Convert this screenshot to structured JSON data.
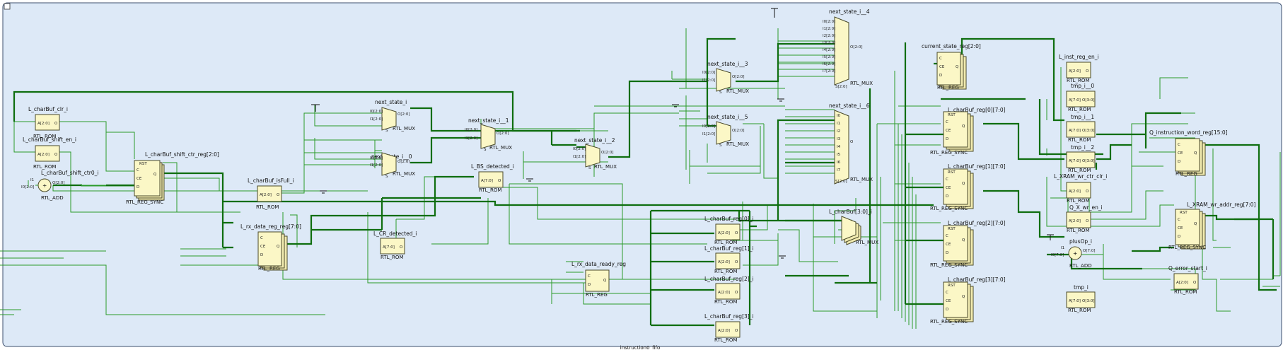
{
  "diagram": {
    "title": "instruction0_fifo",
    "colors": {
      "canvas": "#dde9f7",
      "border": "#3c4f6e",
      "wire": "#2a9a2a",
      "bus": "#0f6e0f",
      "block": "#fbf7c6"
    }
  },
  "cells": {
    "cb_clr": "L_charBuf_clr_i",
    "cb_clr_t": "RTL_ROM",
    "cb_shen": "L_charBuf_shift_en_i",
    "cb_shen_t": "RTL_ROM",
    "cb_add": "L_charBuf_shift_ctr0_i",
    "cb_add_t": "RTL_ADD",
    "cb_ctr": "L_charBuf_shift_ctr_reg[2:0]",
    "cb_ctr_t": "RTL_REG_SYNC",
    "cb_full": "L_charBuf_isFull_i",
    "cb_full_t": "RTL_ROM",
    "ns": "next_state_i",
    "ns_t": "RTL_MUX",
    "ns0": "next_state_i__0",
    "ns0_t": "RTL_MUX",
    "ns1": "next_state_i__1",
    "ns1_t": "RTL_MUX",
    "ns2": "next_state_i__2",
    "ns2_t": "RTL_MUX",
    "ns3": "next_state_i__3",
    "ns3_t": "RTL_MUX",
    "ns4": "next_state_i__4",
    "ns4_t": "RTL_MUX",
    "ns5": "next_state_i__5",
    "ns5_t": "RTL_MUX",
    "ns6": "next_state_i__6",
    "ns6_t": "RTL_MUX",
    "bs": "L_BS_detected_i",
    "bs_t": "RTL_ROM",
    "rx": "L_rx_data_reg_reg[7:0]",
    "rx_t": "RTL_REG",
    "cr": "L_CR_detected_i",
    "cr_t": "RTL_ROM",
    "rdy": "L_rx_data_ready_reg",
    "rdy_t": "RTL_REG",
    "cbr0": "L_charBuf_reg[0]_i",
    "cbr1": "L_charBuf_reg[1]_i",
    "cbr2": "L_charBuf_reg[2]_i",
    "cbr3": "L_charBuf_reg[3]_i",
    "rom_t": "RTL_ROM",
    "cbm": "L_charBuf[3:0]_i",
    "cbm_t": "RTL_MUX",
    "cs": "current_state_reg[2:0]",
    "cs_t": "RTL_REG",
    "r0": "L_charBuf_reg[0][7:0]",
    "r1": "L_charBuf_reg[1][7:0]",
    "r2": "L_charBuf_reg[2][7:0]",
    "r3": "L_charBuf_reg[3][7:0]",
    "rs_t": "RTL_REG_SYNC",
    "inst": "L_inst_reg_en_i",
    "inst_t": "RTL_ROM",
    "t0": "tmp_i__0",
    "t1": "tmp_i__1",
    "t2": "tmp_i__2",
    "tt": "tmp_i",
    "t_t": "RTL_ROM",
    "xclr": "L_XRAM_wr_ctr_clr_i",
    "xclr_t": "RTL_ROM",
    "xwe": "Q_X_wr_en_i",
    "xwe_t": "RTL_ROM",
    "plus": "plusOp_i",
    "plus_t": "RTL_ADD",
    "qiw": "Q_instruction_word_reg[15:0]",
    "qiw_t": "RTL_REG",
    "qxa": "L_XRAM_wr_addr_reg[7:0]",
    "qxa_t": "RTL_REG_SYNC",
    "qerr": "Q_error_start_i",
    "qerr_t": "RTL_ROM"
  },
  "pins": {
    "a20": "A[2:0]",
    "a70": "A[7:0]",
    "o": "O",
    "o30": "O[3:0]",
    "o70": "O[7:0]",
    "i0": "I0[2:0]",
    "i1": "I1[2:0]",
    "i2": "I2[2:0]",
    "i3": "I3[2:0]",
    "i4": "I4[2:0]",
    "i5": "I5[2:0]",
    "i6": "I6[2:0]",
    "i7": "I7[2:0]",
    "s": "S",
    "s20": "S[2:0]",
    "o20": "O[2:0]",
    "rst": "RST",
    "c": "C",
    "ce": "CE",
    "d": "D",
    "q": "Q",
    "ai1": "I1",
    "ai0": "I0[2:0]",
    "ai07": "I0[7:0]",
    "ao": "O[2:0]",
    "ao7": "O[7:0]",
    "b0": "I0",
    "b1": "I1",
    "b2": "I2",
    "b3": "I3",
    "b4": "I4",
    "b5": "I5",
    "b6": "I6",
    "b7": "I7",
    "icon_toggle": "□"
  }
}
